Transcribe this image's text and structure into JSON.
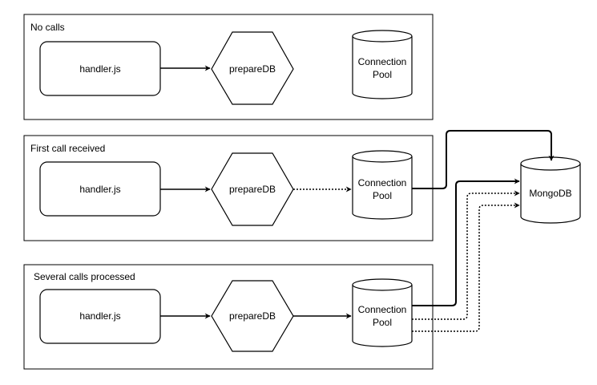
{
  "panels": [
    {
      "title": "No calls",
      "handler_label": "handler.js",
      "prepare_label": "prepareDB",
      "pool_label_line1": "Connection",
      "pool_label_line2": "Pool"
    },
    {
      "title": "First call received",
      "handler_label": "handler.js",
      "prepare_label": "prepareDB",
      "pool_label_line1": "Connection",
      "pool_label_line2": "Pool"
    },
    {
      "title": "Several calls processed",
      "handler_label": "handler.js",
      "prepare_label": "prepareDB",
      "pool_label_line1": "Connection",
      "pool_label_line2": "Pool"
    }
  ],
  "mongodb": {
    "label": "MongoDB"
  }
}
